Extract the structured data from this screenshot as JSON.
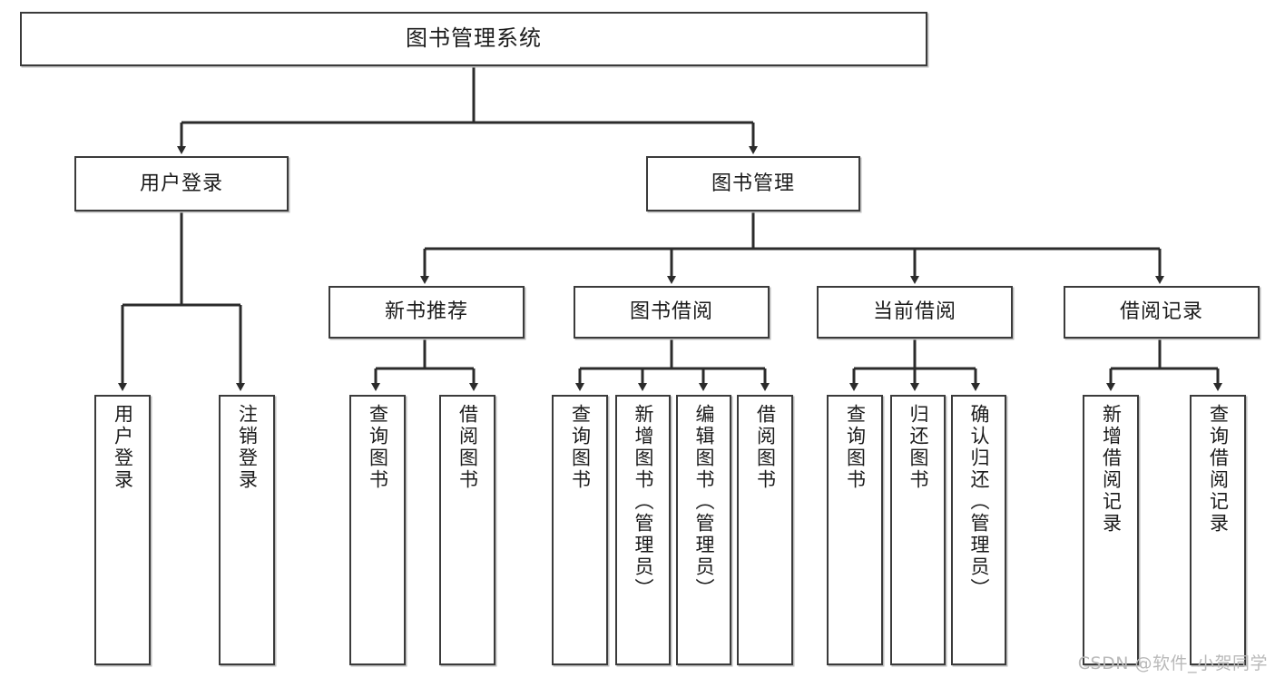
{
  "diagram": {
    "type": "tree",
    "title": "图书管理系统",
    "root": {
      "label": "图书管理系统"
    },
    "level2": [
      {
        "label": "用户登录"
      },
      {
        "label": "图书管理"
      }
    ],
    "level3": [
      {
        "label": "新书推荐"
      },
      {
        "label": "图书借阅"
      },
      {
        "label": "当前借阅"
      },
      {
        "label": "借阅记录"
      }
    ],
    "leaves": {
      "user_login": [
        {
          "label": "用户登录"
        },
        {
          "label": "注销登录"
        }
      ],
      "new_book": [
        {
          "label": "查询图书"
        },
        {
          "label": "借阅图书"
        }
      ],
      "book_borrow": [
        {
          "label": "查询图书"
        },
        {
          "label": "新增图书（管理员）"
        },
        {
          "label": "编辑图书（管理员）"
        },
        {
          "label": "借阅图书"
        }
      ],
      "current_borrow": [
        {
          "label": "查询图书"
        },
        {
          "label": "归还图书"
        },
        {
          "label": "确认归还（管理员）"
        }
      ],
      "borrow_record": [
        {
          "label": "新增借阅记录"
        },
        {
          "label": "查询借阅记录"
        }
      ]
    }
  },
  "watermark": {
    "text": "CSDN @软件_小贺同学"
  },
  "colors": {
    "border": "#3b3b3b",
    "fill": "#ffffff",
    "text": "#1b1b1b",
    "line": "#2b2b2b",
    "shadow": "#bdbdbd",
    "watermark": "#b9b9b9"
  }
}
